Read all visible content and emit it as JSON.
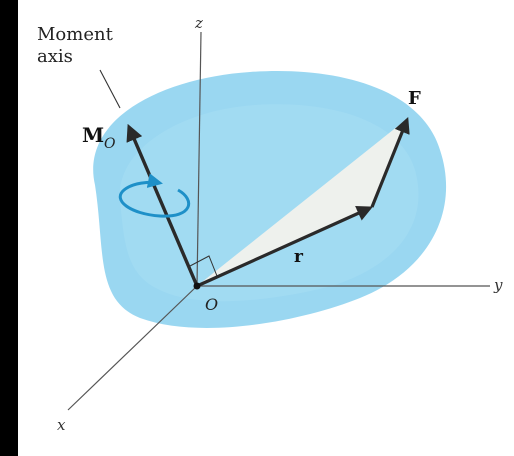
{
  "labels": {
    "moment_axis_line1": "Moment",
    "moment_axis_line2": "axis",
    "moment_main": "M",
    "moment_sub": "O",
    "force": "F",
    "position": "r",
    "origin": "O",
    "axis_x": "x",
    "axis_y": "y",
    "axis_z": "z"
  },
  "colors": {
    "plane_fill": "#8fd3f0",
    "rotation_arrow": "#1e90c8",
    "vectors": "#2a2a2a",
    "axes": "#555555"
  }
}
